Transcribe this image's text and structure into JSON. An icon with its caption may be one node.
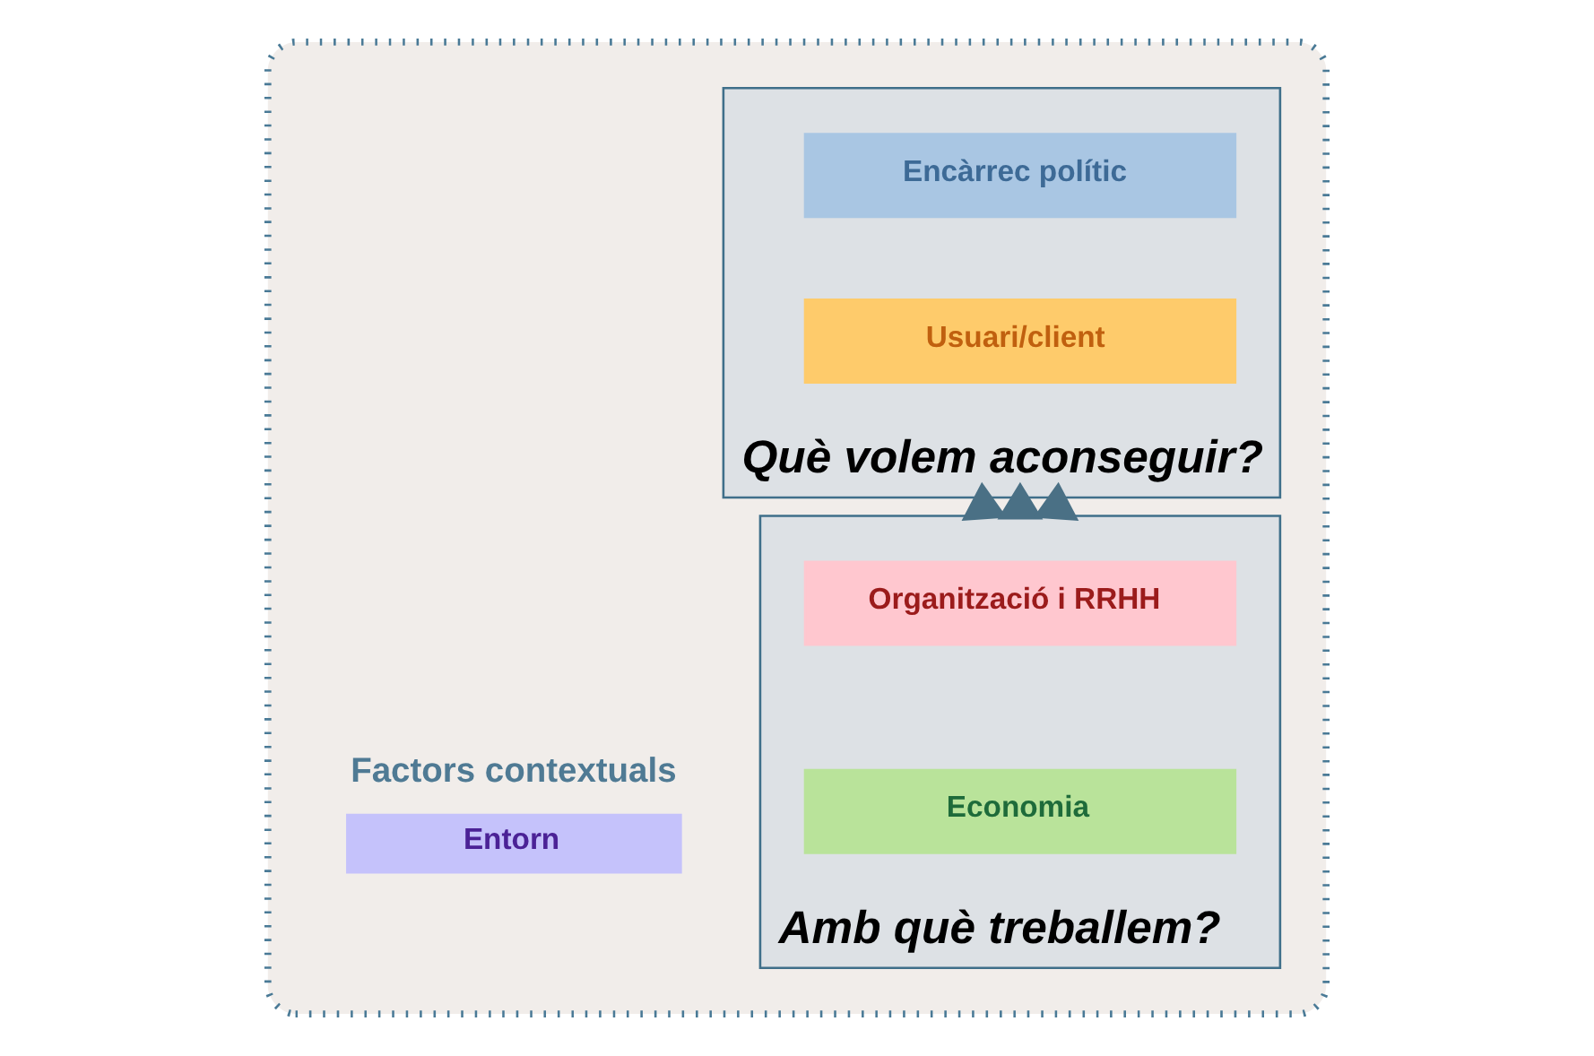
{
  "diagram": {
    "nodes": [
      {
        "text": [],
        "shape": "box"
      },
      {
        "text": [
          "Què volem aconseguir?"
        ],
        "in": 0
      },
      {
        "text": [
          "Encàrrec polític"
        ],
        "in": 1
      },
      {
        "text": [
          "Usuari/client"
        ],
        "in": 1
      },
      {
        "text": [
          "Amb què treballem?"
        ],
        "in": 0
      },
      {
        "text": [
          "Organització i RRHH"
        ],
        "in": 4
      },
      {
        "text": [
          "Economia"
        ],
        "in": 4
      },
      {
        "text": [
          "Entorn"
        ],
        "in": 0,
        "beside": [
          "Factors contextuals"
        ]
      }
    ],
    "edges": [
      {
        "from": 4,
        "to": 1,
        "arrow": "to",
        "style": "thick"
      },
      {
        "from": 4,
        "to": 1,
        "arrow": "to",
        "style": "thick"
      },
      {
        "from": 4,
        "to": 1,
        "arrow": "to",
        "style": "thick"
      }
    ]
  }
}
